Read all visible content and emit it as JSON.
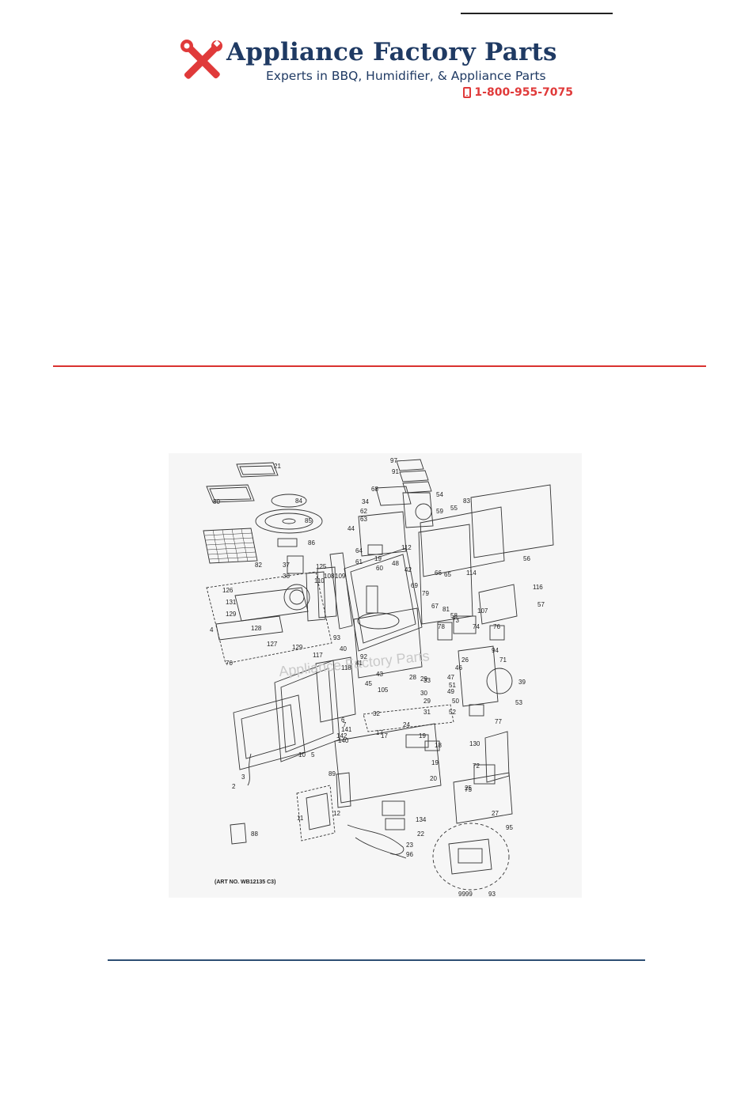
{
  "header": {
    "brand_name": "Appliance Factory Parts",
    "tagline": "Experts in BBQ, Humidifier, & Appliance Parts",
    "phone": "1-800-955-7075",
    "icons": [
      "wrench-screwdriver-icon",
      "phone-icon"
    ],
    "colors": {
      "brand": "#1f3a63",
      "accent": "#e03a3a"
    }
  },
  "diagram": {
    "art_number": "(ART NO. WB12135 C3)",
    "watermark": "Appliance Factory Parts",
    "labels": [
      "21",
      "80",
      "84",
      "85",
      "82",
      "86",
      "125",
      "37",
      "38",
      "110",
      "108",
      "126",
      "131",
      "129",
      "128",
      "4",
      "127",
      "129",
      "70",
      "109",
      "61",
      "60",
      "42",
      "19",
      "48",
      "64",
      "44",
      "63",
      "62",
      "34",
      "68",
      "97",
      "91",
      "54",
      "59",
      "55",
      "83",
      "112",
      "56",
      "114",
      "116",
      "57",
      "69",
      "65",
      "66",
      "79",
      "67",
      "81",
      "58",
      "107",
      "73",
      "74",
      "76",
      "78",
      "93",
      "40",
      "41",
      "92",
      "43",
      "117",
      "118",
      "45",
      "28",
      "29",
      "33",
      "105",
      "30",
      "29",
      "31",
      "94",
      "71",
      "26",
      "46",
      "47",
      "51",
      "49",
      "50",
      "52",
      "77",
      "39",
      "53",
      "6",
      "7",
      "141",
      "142",
      "140",
      "5",
      "10",
      "3",
      "2",
      "32",
      "24",
      "17",
      "19",
      "18",
      "17",
      "19",
      "20",
      "130",
      "72",
      "75",
      "27",
      "25",
      "95",
      "89",
      "12",
      "11",
      "134",
      "22",
      "23",
      "96",
      "88",
      "9999",
      "93",
      "92"
    ]
  }
}
